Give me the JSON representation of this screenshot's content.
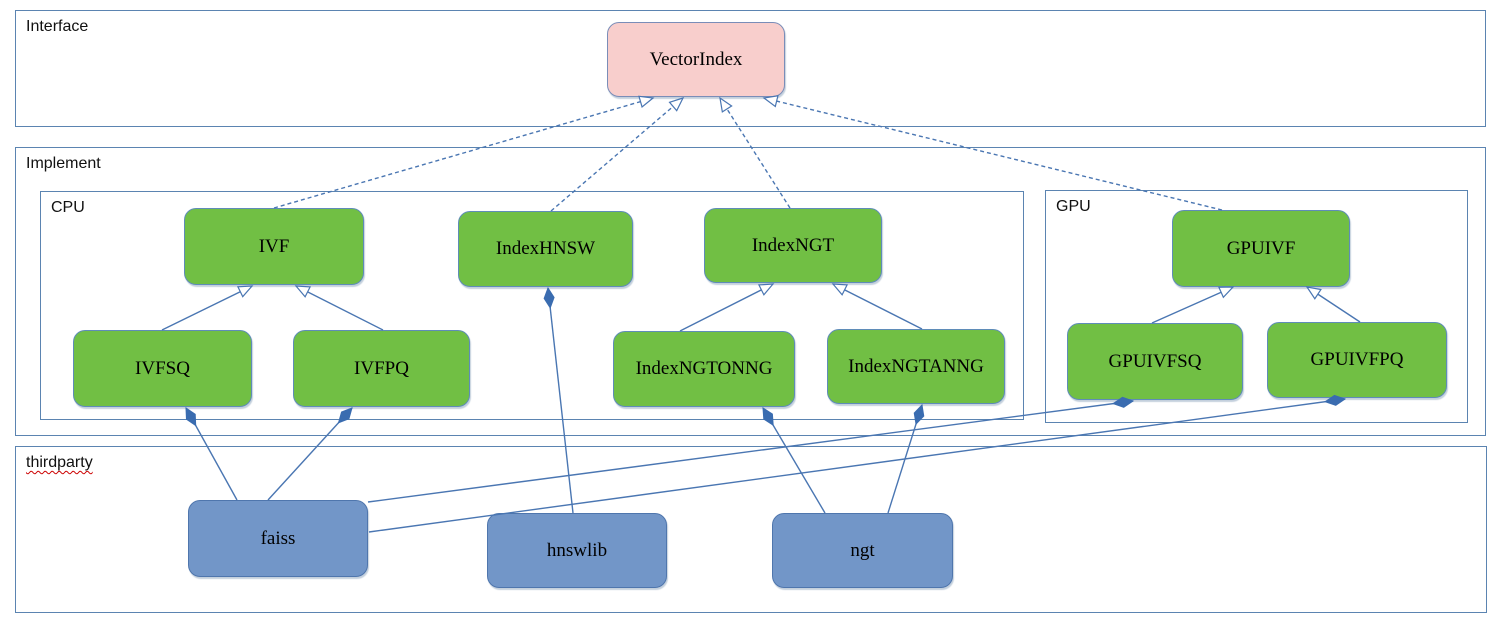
{
  "containers": {
    "interface": {
      "label": "Interface"
    },
    "implement": {
      "label": "Implement"
    },
    "cpu": {
      "label": "CPU"
    },
    "gpu": {
      "label": "GPU"
    },
    "thirdparty": {
      "label": "thirdparty"
    }
  },
  "nodes": {
    "vectorindex": {
      "label": "VectorIndex"
    },
    "ivf": {
      "label": "IVF"
    },
    "indexhnsw": {
      "label": "IndexHNSW"
    },
    "indexngt": {
      "label": "IndexNGT"
    },
    "ivfsq": {
      "label": "IVFSQ"
    },
    "ivfpq": {
      "label": "IVFPQ"
    },
    "indexngtonng": {
      "label": "IndexNGTONNG"
    },
    "indexngtanng": {
      "label": "IndexNGTANNG"
    },
    "gpuivf": {
      "label": "GPUIVF"
    },
    "gpuivfsq": {
      "label": "GPUIVFSQ"
    },
    "gpuivfpq": {
      "label": "GPUIVFPQ"
    },
    "faiss": {
      "label": "faiss"
    },
    "hnswlib": {
      "label": "hnswlib"
    },
    "ngt": {
      "label": "ngt"
    }
  },
  "edges": [
    {
      "from": "ivf",
      "to": "vectorindex",
      "type": "realization",
      "points": [
        274,
        208,
        653,
        98
      ]
    },
    {
      "from": "indexhnsw",
      "to": "vectorindex",
      "type": "realization",
      "points": [
        551,
        211,
        683,
        98
      ]
    },
    {
      "from": "indexngt",
      "to": "vectorindex",
      "type": "realization",
      "points": [
        790,
        208,
        720,
        98
      ]
    },
    {
      "from": "gpuivf",
      "to": "vectorindex",
      "type": "realization",
      "points": [
        1222,
        210,
        764,
        98
      ]
    },
    {
      "from": "ivfsq",
      "to": "ivf",
      "type": "generalization",
      "points": [
        162,
        330,
        252,
        286
      ]
    },
    {
      "from": "ivfpq",
      "to": "ivf",
      "type": "generalization",
      "points": [
        383,
        330,
        296,
        286
      ]
    },
    {
      "from": "indexngtonng",
      "to": "indexngt",
      "type": "generalization",
      "points": [
        680,
        331,
        773,
        284
      ]
    },
    {
      "from": "indexngtanng",
      "to": "indexngt",
      "type": "generalization",
      "points": [
        922,
        329,
        833,
        284
      ]
    },
    {
      "from": "gpuivfsq",
      "to": "gpuivf",
      "type": "generalization",
      "points": [
        1152,
        323,
        1233,
        287
      ]
    },
    {
      "from": "gpuivfpq",
      "to": "gpuivf",
      "type": "generalization",
      "points": [
        1360,
        322,
        1307,
        287
      ]
    },
    {
      "from": "ivfsq",
      "to": "faiss",
      "type": "composition",
      "points": [
        186,
        408,
        237,
        500
      ]
    },
    {
      "from": "ivfpq",
      "to": "faiss",
      "type": "composition",
      "points": [
        352,
        408,
        268,
        500
      ]
    },
    {
      "from": "indexhnsw",
      "to": "hnswlib",
      "type": "composition",
      "points": [
        548,
        288,
        573,
        513
      ]
    },
    {
      "from": "indexngtonng",
      "to": "ngt",
      "type": "composition",
      "points": [
        763,
        408,
        825,
        513
      ]
    },
    {
      "from": "indexngtanng",
      "to": "ngt",
      "type": "composition",
      "points": [
        922,
        405,
        888,
        513
      ]
    },
    {
      "from": "gpuivfsq",
      "to": "faiss",
      "type": "composition",
      "points": [
        1133,
        401,
        368,
        502
      ]
    },
    {
      "from": "gpuivfpq",
      "to": "faiss",
      "type": "composition",
      "points": [
        1345,
        399,
        369,
        532
      ]
    }
  ],
  "colors": {
    "node_green": "#71bf44",
    "node_pink": "#f8cecc",
    "node_blue": "#7296c8",
    "line_blue": "#4a76b2",
    "diamond_fill": "#3a6cb0",
    "container_border": "#5b84b1",
    "spellcheck_red": "#cc0000"
  }
}
